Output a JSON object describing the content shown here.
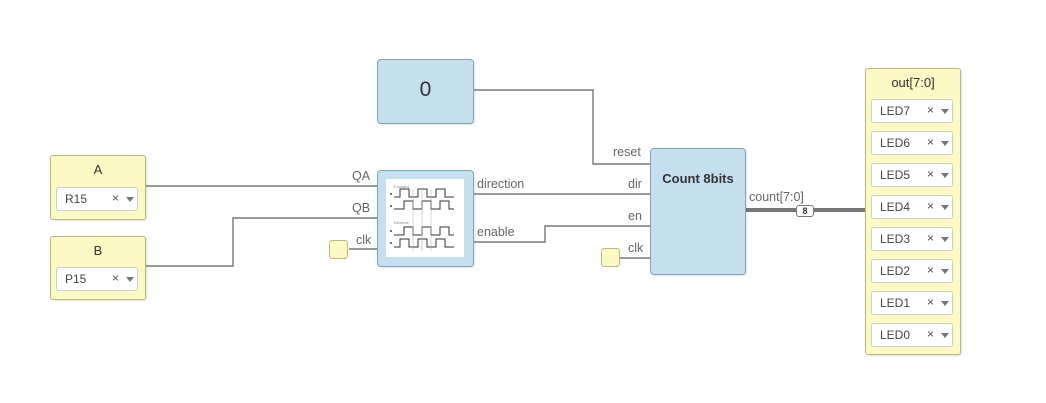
{
  "input_a": {
    "title": "A",
    "pin": "R15"
  },
  "input_b": {
    "title": "B",
    "pin": "P15"
  },
  "constant": {
    "value": "0"
  },
  "decoder": {
    "ports_in": {
      "qa": "QA",
      "qb": "QB",
      "clk": "clk"
    },
    "ports_out": {
      "direction": "direction",
      "enable": "enable"
    }
  },
  "counter": {
    "title": "Count 8bits",
    "ports_in": {
      "reset": "reset",
      "dir": "dir",
      "en": "en",
      "clk": "clk"
    },
    "port_out": "count[7:0]",
    "bus_width": "8"
  },
  "output": {
    "title": "out[7:0]",
    "pins": [
      "LED7",
      "LED6",
      "LED5",
      "LED4",
      "LED3",
      "LED2",
      "LED1",
      "LED0"
    ]
  },
  "icons": {
    "clear": "×",
    "dropdown": "chevron-down-icon"
  }
}
